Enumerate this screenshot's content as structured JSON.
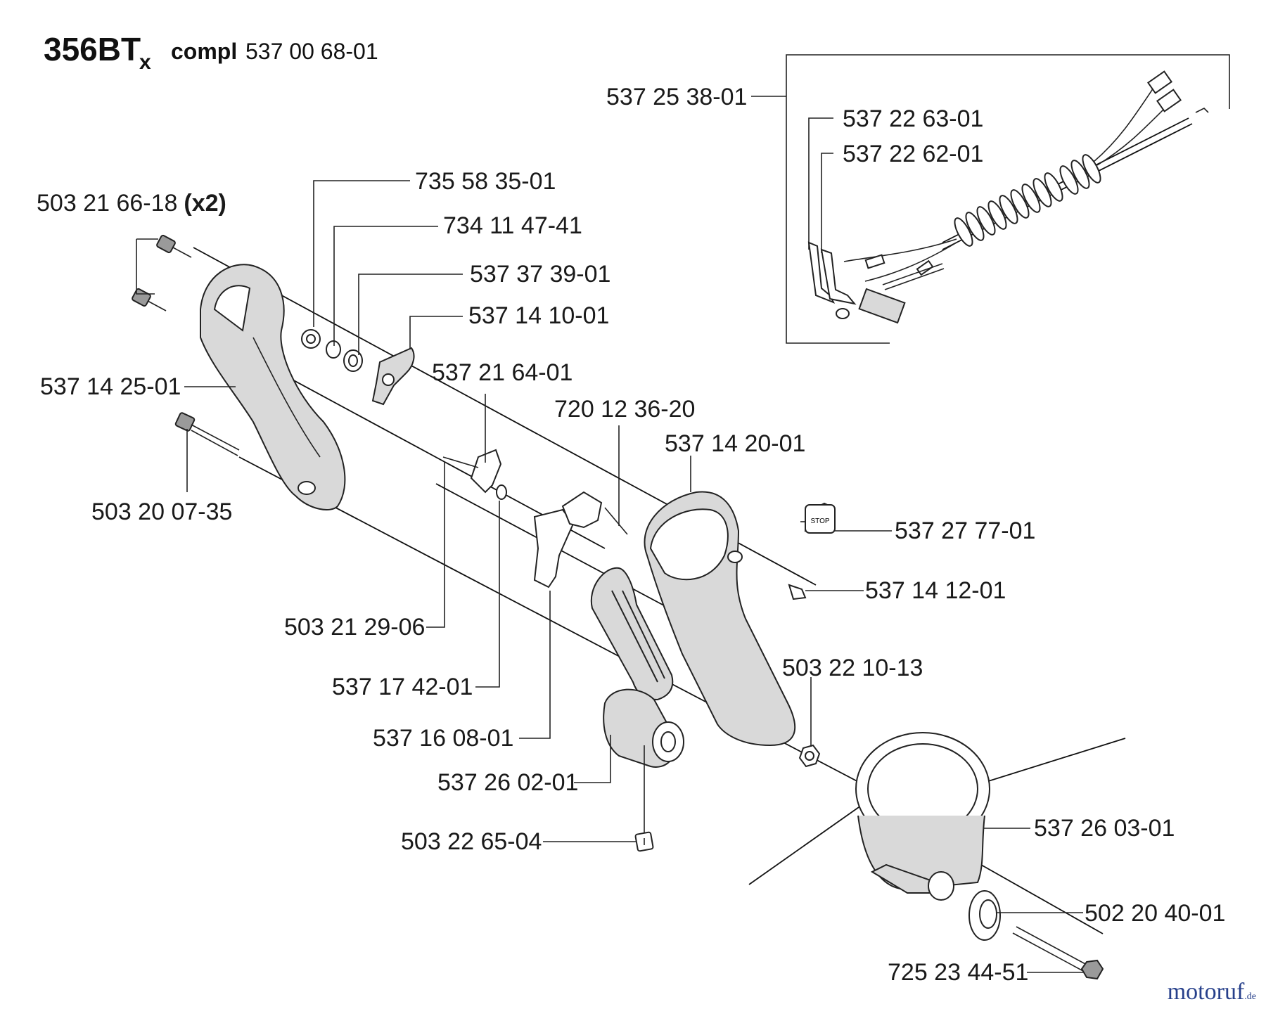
{
  "title": {
    "model": "356BT",
    "model_sub": "x",
    "compl_label": "compl",
    "compl_number": "537 00 68-01"
  },
  "watermark": {
    "text": "motoruf",
    "suffix": ".de"
  },
  "parts": [
    {
      "id": "p1",
      "label": "537 25 38-01"
    },
    {
      "id": "p2",
      "label": "537 22 63-01"
    },
    {
      "id": "p3",
      "label": "537 22 62-01"
    },
    {
      "id": "p4",
      "label": "735 58 35-01"
    },
    {
      "id": "p5",
      "label": "503 21 66-18",
      "qty": "(x2)"
    },
    {
      "id": "p6",
      "label": "734 11 47-41"
    },
    {
      "id": "p7",
      "label": "537 37 39-01"
    },
    {
      "id": "p8",
      "label": "537 14 10-01"
    },
    {
      "id": "p9",
      "label": "537 14 25-01"
    },
    {
      "id": "p10",
      "label": "537 21 64-01"
    },
    {
      "id": "p11",
      "label": "720 12 36-20"
    },
    {
      "id": "p12",
      "label": "537 14 20-01"
    },
    {
      "id": "p13",
      "label": "503 20 07-35"
    },
    {
      "id": "p14",
      "label": "537 27 77-01"
    },
    {
      "id": "p15",
      "label": "537 14 12-01"
    },
    {
      "id": "p16",
      "label": "503 21 29-06"
    },
    {
      "id": "p17",
      "label": "503 22 10-13"
    },
    {
      "id": "p18",
      "label": "537 17 42-01"
    },
    {
      "id": "p19",
      "label": "537 16 08-01"
    },
    {
      "id": "p20",
      "label": "537 26 02-01"
    },
    {
      "id": "p21",
      "label": "537 26 03-01"
    },
    {
      "id": "p22",
      "label": "503 22 65-04"
    },
    {
      "id": "p23",
      "label": "502 20 40-01"
    },
    {
      "id": "p24",
      "label": "725 23 44-51"
    }
  ],
  "stop_sticker": "STOP"
}
